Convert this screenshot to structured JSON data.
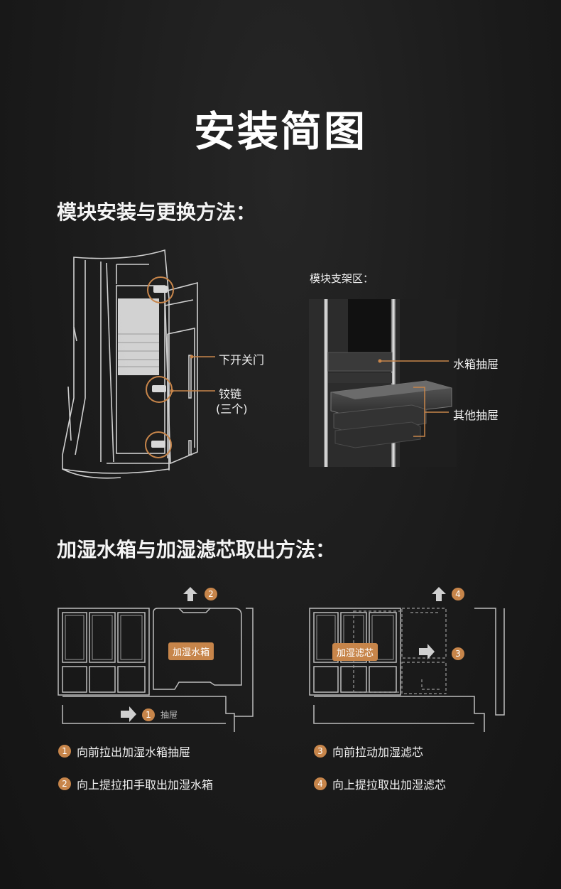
{
  "title": "安装简图",
  "section1": {
    "heading": "模块安装与更换方法：",
    "labels": {
      "door": "下开关门",
      "hinge": "铰链",
      "hinge_count": "(三个)",
      "rack_area": "模块支架区：",
      "water_drawer": "水箱抽屉",
      "other_drawers": "其他抽屉"
    }
  },
  "section2": {
    "heading": "加湿水箱与加湿滤芯取出方法：",
    "left_diagram": {
      "tank_tag": "加湿水箱",
      "drawer_label": "抽屉",
      "badge_a": "1",
      "badge_b": "2"
    },
    "right_diagram": {
      "filter_tag": "加湿滤芯",
      "badge_a": "3",
      "badge_b": "4"
    },
    "steps": [
      {
        "num": "1",
        "text": "向前拉出加湿水箱抽屉"
      },
      {
        "num": "2",
        "text": "向上提拉扣手取出加湿水箱"
      },
      {
        "num": "3",
        "text": "向前拉动加湿滤芯"
      },
      {
        "num": "4",
        "text": "向上提拉取出加湿滤芯"
      }
    ]
  },
  "colors": {
    "accent": "#c7854a",
    "background": "#1b1b1b",
    "line": "#bdbdbd"
  }
}
